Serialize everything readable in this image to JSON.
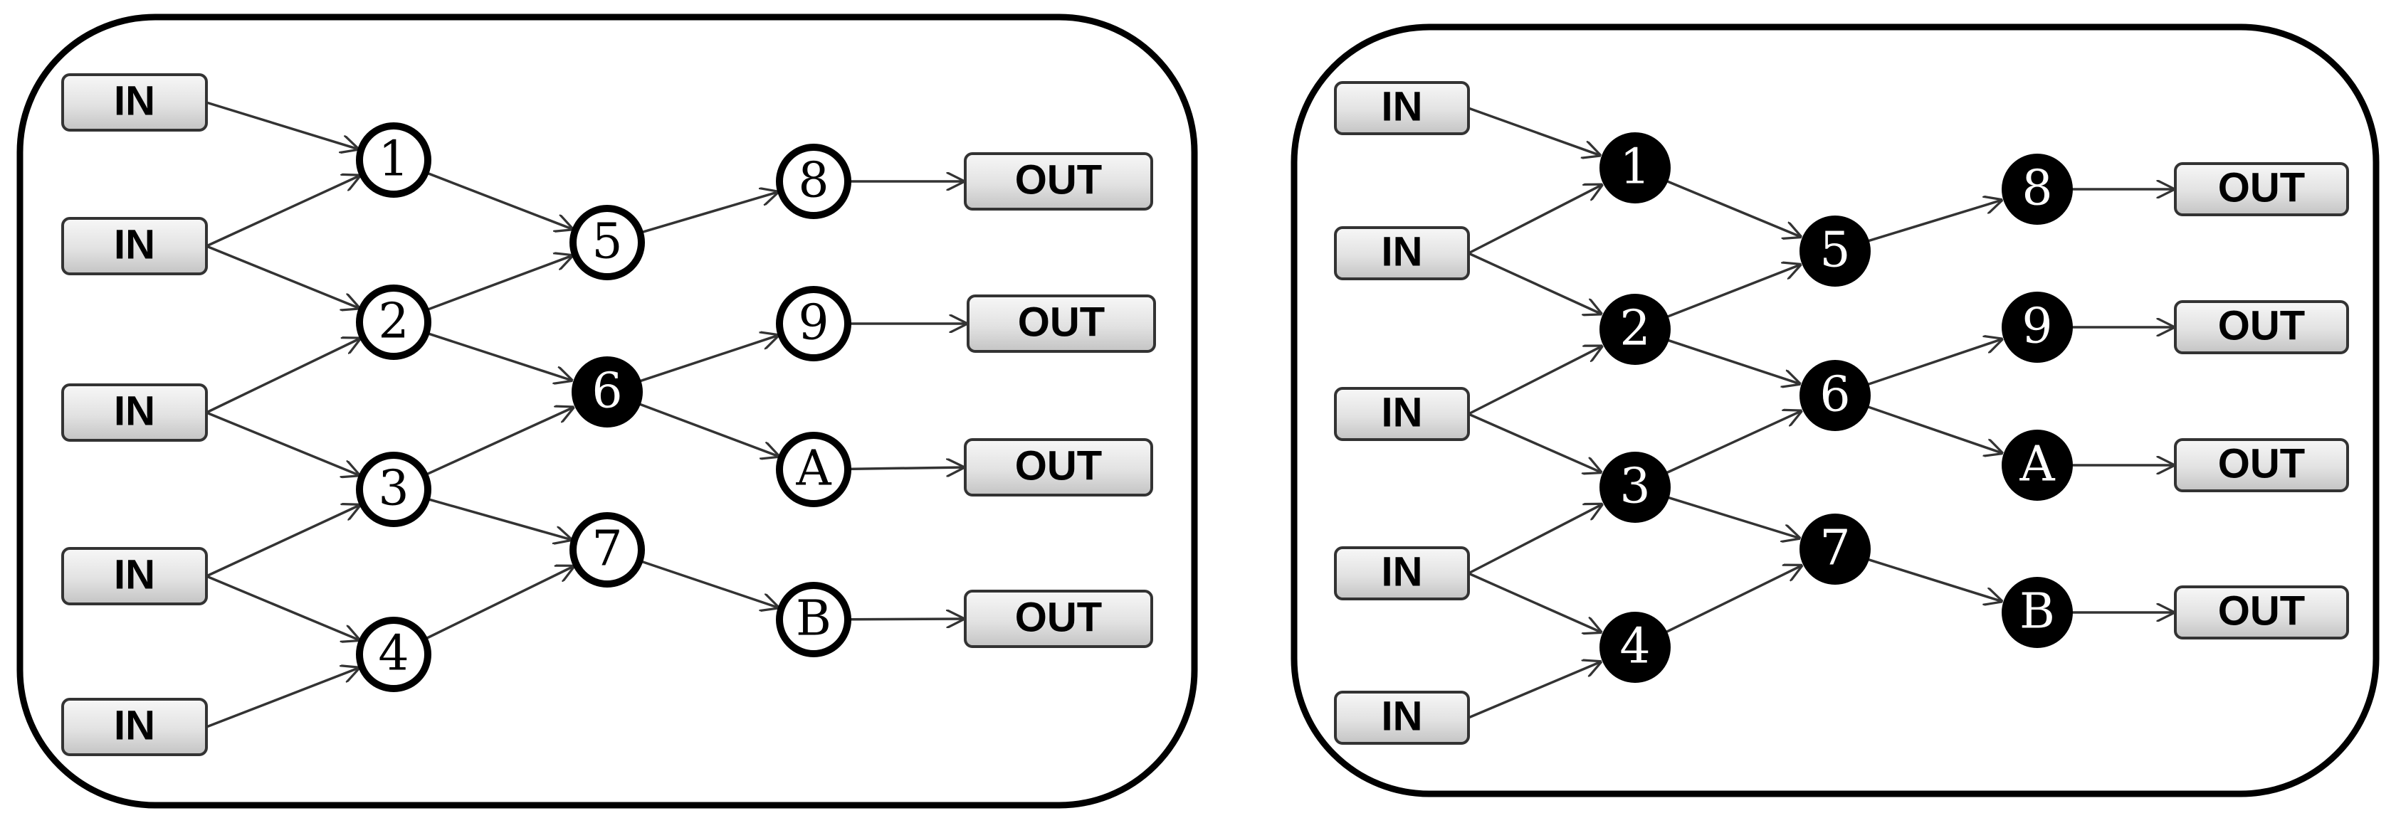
{
  "panels": [
    {
      "inputs": [
        "IN",
        "IN",
        "IN",
        "IN",
        "IN"
      ],
      "outputs": [
        "OUT",
        "OUT",
        "OUT",
        "OUT"
      ],
      "nodes": [
        {
          "id": "1",
          "filled": false
        },
        {
          "id": "2",
          "filled": false
        },
        {
          "id": "3",
          "filled": false
        },
        {
          "id": "4",
          "filled": false
        },
        {
          "id": "5",
          "filled": false
        },
        {
          "id": "6",
          "filled": true
        },
        {
          "id": "7",
          "filled": false
        },
        {
          "id": "8",
          "filled": false
        },
        {
          "id": "9",
          "filled": false
        },
        {
          "id": "A",
          "filled": false
        },
        {
          "id": "B",
          "filled": false
        }
      ]
    },
    {
      "inputs": [
        "IN",
        "IN",
        "IN",
        "IN",
        "IN"
      ],
      "outputs": [
        "OUT",
        "OUT",
        "OUT",
        "OUT"
      ],
      "nodes": [
        {
          "id": "1",
          "filled": true
        },
        {
          "id": "2",
          "filled": true
        },
        {
          "id": "3",
          "filled": true
        },
        {
          "id": "4",
          "filled": true
        },
        {
          "id": "5",
          "filled": true
        },
        {
          "id": "6",
          "filled": true
        },
        {
          "id": "7",
          "filled": true
        },
        {
          "id": "8",
          "filled": true
        },
        {
          "id": "9",
          "filled": true
        },
        {
          "id": "A",
          "filled": true
        },
        {
          "id": "B",
          "filled": true
        }
      ]
    }
  ],
  "edges": [
    [
      "in0",
      "1"
    ],
    [
      "in1",
      "1"
    ],
    [
      "in1",
      "2"
    ],
    [
      "in2",
      "2"
    ],
    [
      "in2",
      "3"
    ],
    [
      "in3",
      "3"
    ],
    [
      "in3",
      "4"
    ],
    [
      "in4",
      "4"
    ],
    [
      "1",
      "5"
    ],
    [
      "2",
      "5"
    ],
    [
      "2",
      "6"
    ],
    [
      "3",
      "6"
    ],
    [
      "3",
      "7"
    ],
    [
      "4",
      "7"
    ],
    [
      "5",
      "8"
    ],
    [
      "6",
      "9"
    ],
    [
      "6",
      "A"
    ],
    [
      "7",
      "B"
    ],
    [
      "8",
      "out0"
    ],
    [
      "9",
      "out1"
    ],
    [
      "A",
      "out2"
    ],
    [
      "B",
      "out3"
    ]
  ]
}
